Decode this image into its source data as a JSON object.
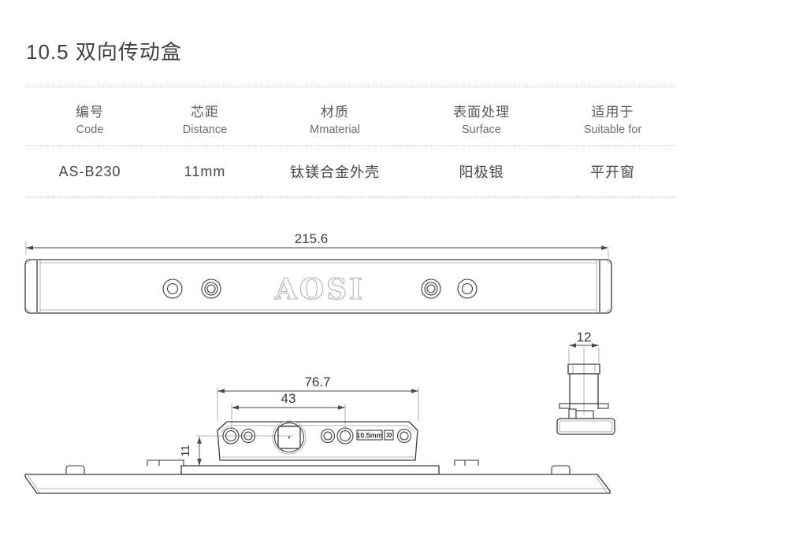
{
  "page": {
    "title": "10.5 双向传动盒"
  },
  "table": {
    "columns": [
      {
        "zh": "编号",
        "en": "Code"
      },
      {
        "zh": "芯距",
        "en": "Distance"
      },
      {
        "zh": "材质",
        "en": "Mmaterial"
      },
      {
        "zh": "表面处理",
        "en": "Surface"
      },
      {
        "zh": "适用于",
        "en": "Suitable for"
      }
    ],
    "row": [
      "AS-B230",
      "11mm",
      "钛镁合金外壳",
      "阳极银",
      "平开窗"
    ]
  },
  "drawing": {
    "logo": "AOSI",
    "plate_label": "10.5mm",
    "plate_mark": "R",
    "dims": {
      "overall": "215.6",
      "body": "76.7",
      "spacing": "43",
      "height": "11",
      "end": "12"
    }
  },
  "colors": {
    "line_main": "#3a3a3a",
    "line_thin": "#9c9c9c",
    "logo_stroke": "#b3b3b3",
    "separator": "#bdbdbd",
    "text": "#474747"
  }
}
